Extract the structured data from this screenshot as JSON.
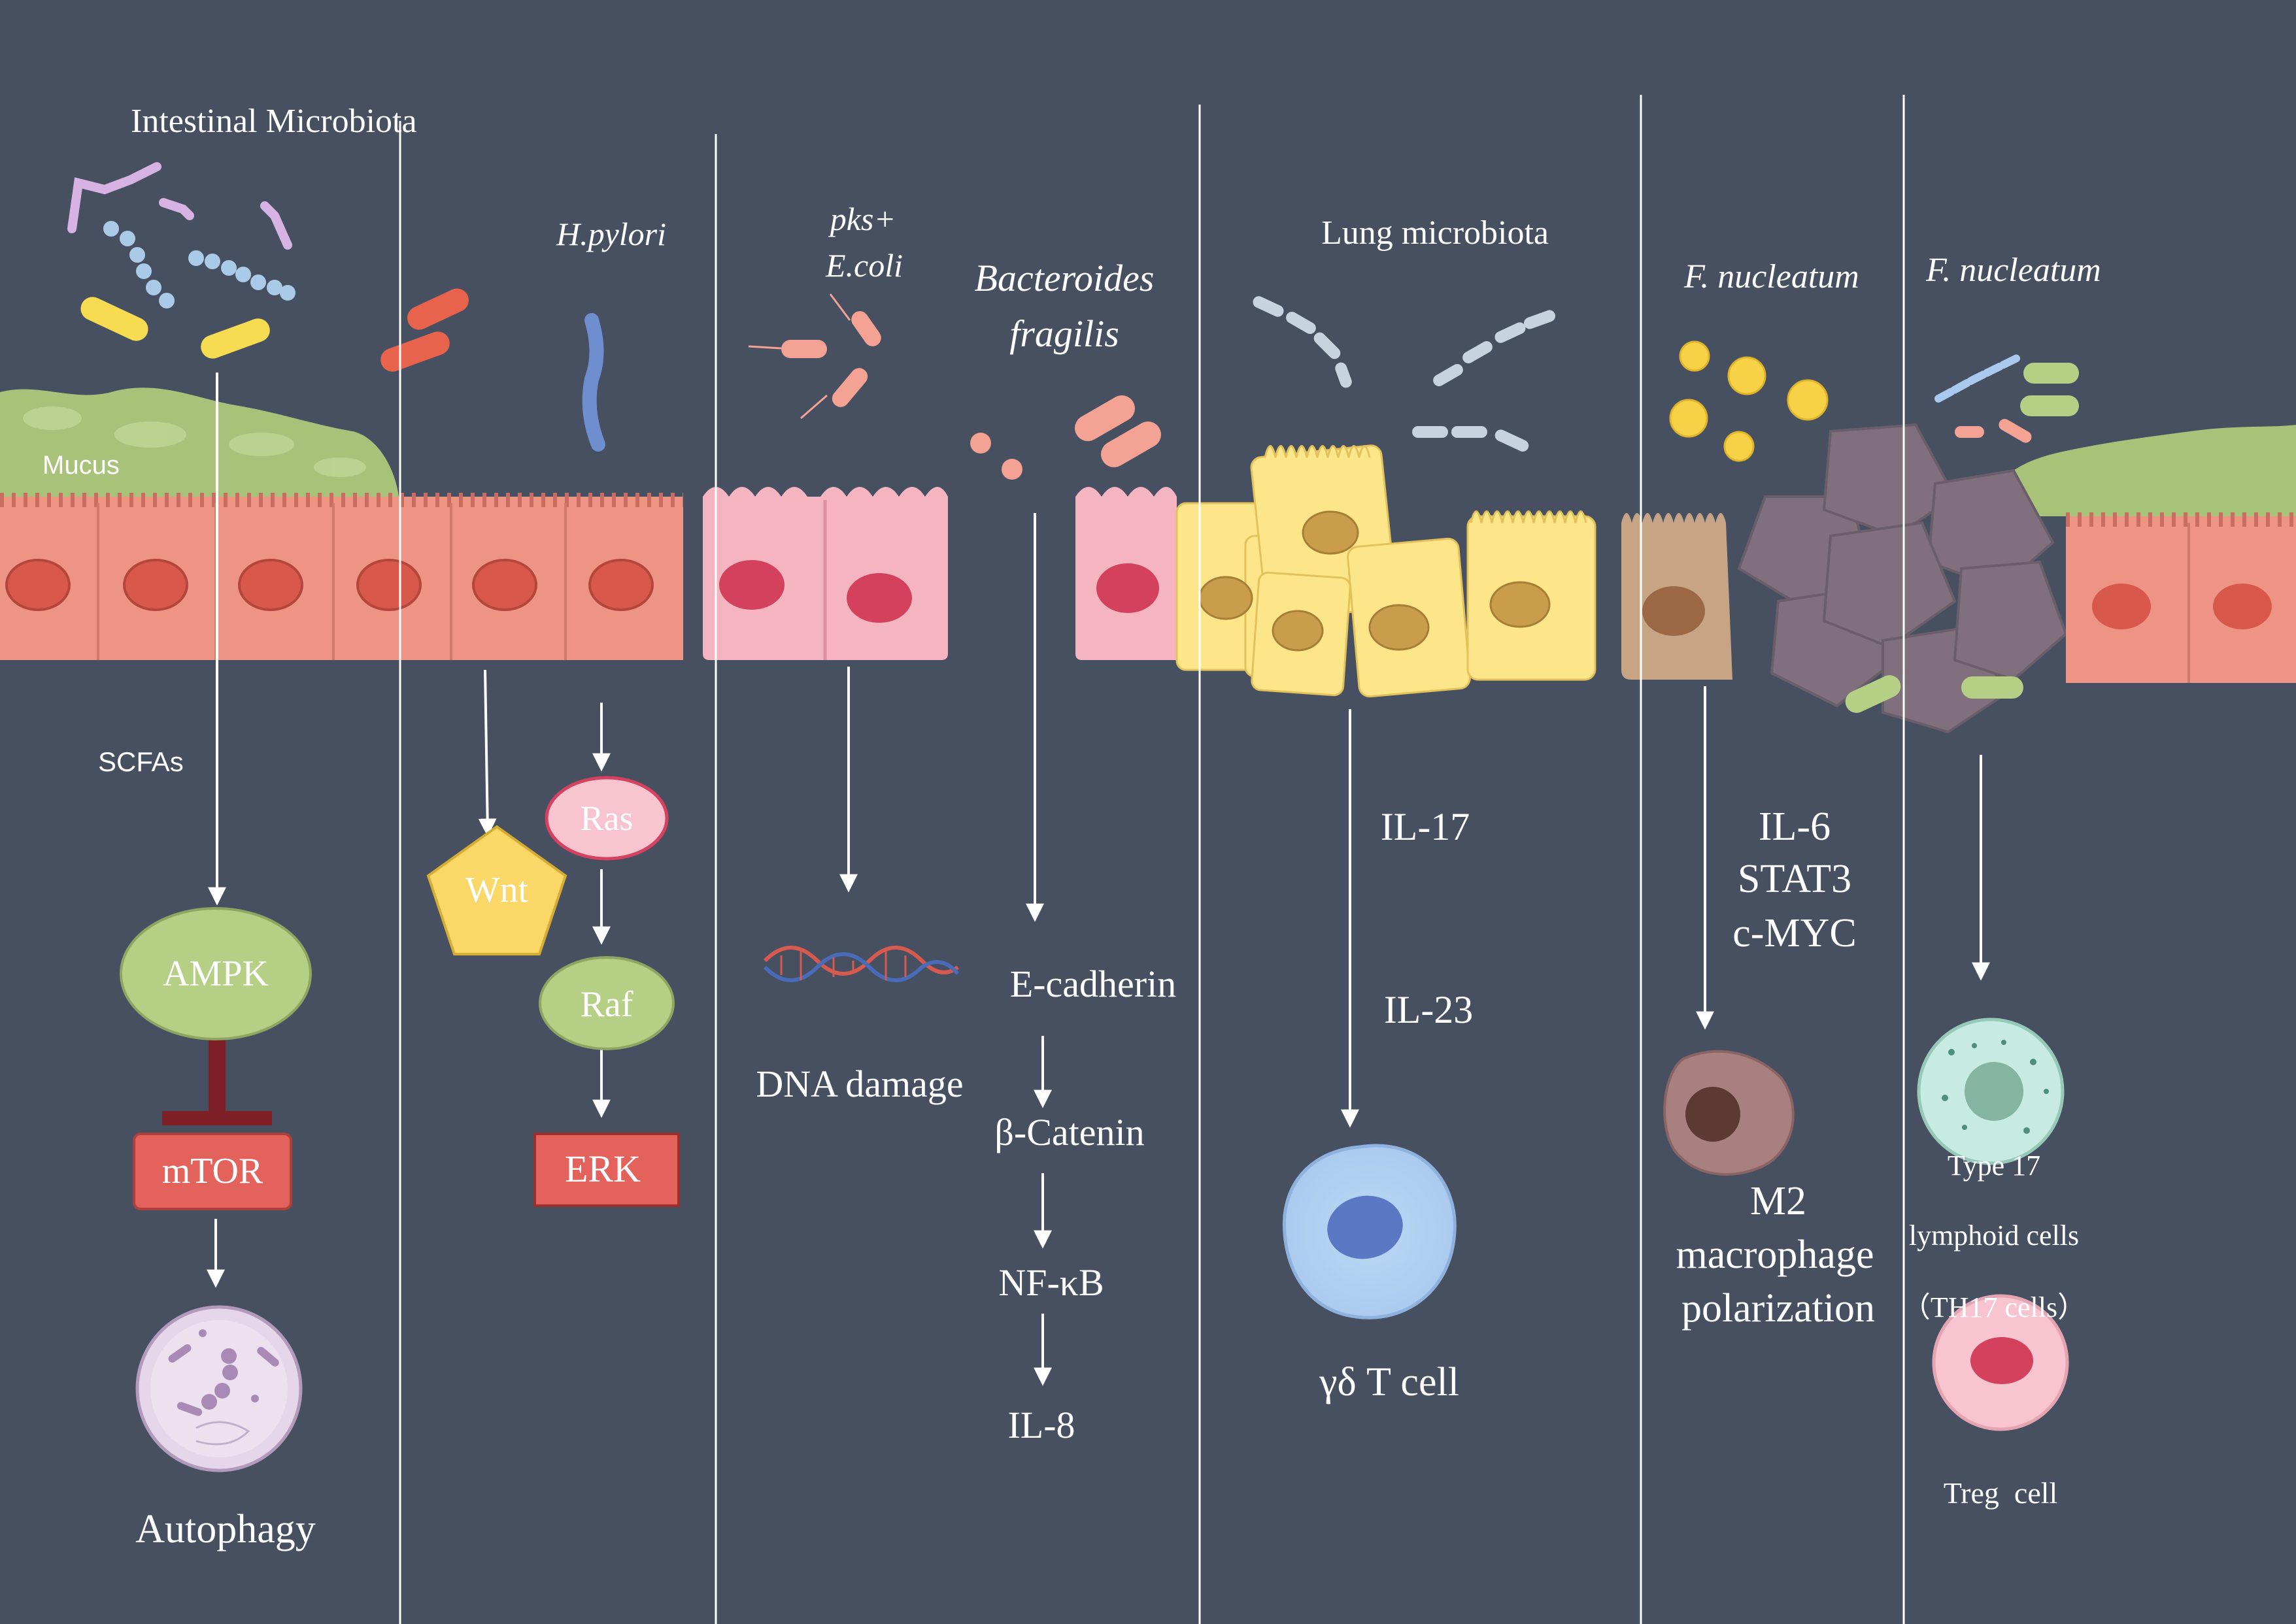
{
  "colors": {
    "background": "#475060",
    "divider": "#ffffff",
    "mucus": "#a9c27a",
    "epithelium": "#ee9484",
    "pink_cell": "#f4b4c0",
    "yellow_cell": "#fde58a",
    "green_node": "#b5cf84",
    "red_box": "#e3625c",
    "wnt": "#fbd768",
    "ras": "#f7c4cf"
  },
  "panels": {
    "intestinal": {
      "title": "Intestinal Microbiota",
      "mucus_label": "Mucus",
      "metabolite": "SCFAs",
      "node1": "AMPK",
      "node2": "mTOR",
      "outcome": "Autophagy"
    },
    "hpylori": {
      "title": "H.pylori",
      "wnt": "Wnt",
      "ras": "Ras",
      "raf": "Raf",
      "erk": "ERK"
    },
    "ecoli": {
      "title_line1": "pks+",
      "title_line2": "E.coli",
      "outcome": "DNA damage"
    },
    "bfragilis": {
      "title_line1": "Bacteroides",
      "title_line2": "fragilis",
      "steps": [
        "E-cadherin",
        "β-Catenin",
        "NF-κB",
        "IL-8"
      ]
    },
    "lung": {
      "title": "Lung microbiota",
      "cytokine1": "IL-17",
      "cytokine2": "IL-23",
      "cell": "γδ T cell"
    },
    "fnuc1": {
      "title": "F. nucleatum",
      "factors": [
        "IL-6",
        "STAT3",
        "c-MYC"
      ],
      "outcome": [
        "M2",
        "macrophage",
        "polarization"
      ]
    },
    "fnuc2": {
      "title": "F. nucleatum",
      "cell1": [
        "Type 17",
        "lymphoid cells",
        "（TH17 cells）"
      ],
      "cell2": "Treg  cell"
    }
  }
}
